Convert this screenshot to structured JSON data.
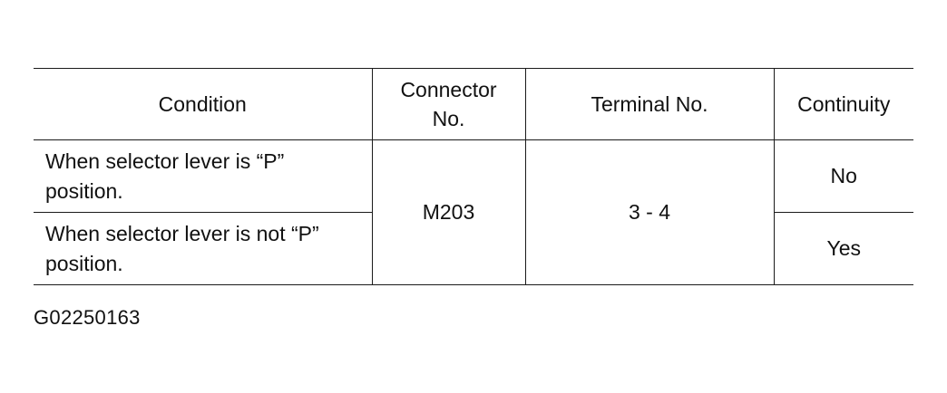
{
  "table": {
    "headers": {
      "condition": "Condition",
      "connector_line1": "Connector",
      "connector_line2": "No.",
      "terminal": "Terminal No.",
      "continuity": "Continuity"
    },
    "rows": [
      {
        "condition_line1": "When selector lever is “P”",
        "condition_line2": "position.",
        "continuity": "No"
      },
      {
        "condition_line1": "When selector lever is not “P”",
        "condition_line2": "position.",
        "continuity": "Yes"
      }
    ],
    "connector": "M203",
    "terminal": "3 - 4"
  },
  "figure_code": "G02250163"
}
